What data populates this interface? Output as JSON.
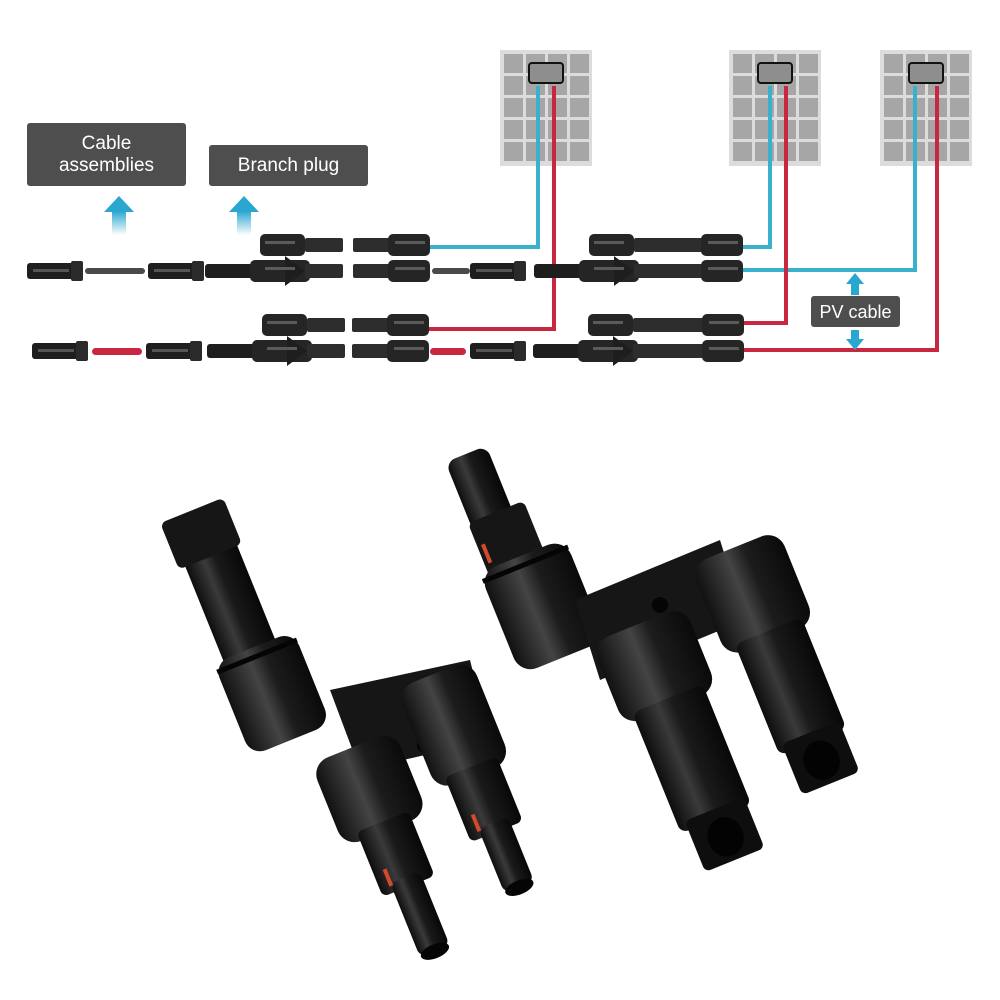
{
  "labels": {
    "cable_assemblies": "Cable\nassemblies",
    "cable_assemblies_line1": "Cable",
    "cable_assemblies_line2": "assemblies",
    "branch_plug": "Branch plug",
    "pv_cable": "PV cable"
  },
  "diagram": {
    "solar_panels": [
      {
        "id": "panel-1",
        "grid": "4x5"
      },
      {
        "id": "panel-2",
        "grid": "4x5"
      },
      {
        "id": "panel-3",
        "grid": "4x5"
      }
    ],
    "rows": [
      {
        "polarity": "negative",
        "cable_color": "#3ab0cc"
      },
      {
        "polarity": "positive",
        "cable_color": "#c8283f"
      }
    ]
  },
  "colors": {
    "label_bg": "#4e4e4e",
    "label_text": "#ffffff",
    "arrow_blue": "#2aa7d0",
    "cable_blue": "#3ab0cc",
    "cable_red": "#c8283f",
    "cable_grey": "#4a4a4a",
    "panel_bg": "#dcdcdc",
    "panel_cell": "#a6a6a6",
    "connector_black": "#1e1e1e"
  },
  "photo": {
    "description": "Two MC4 Y-branch connectors (one male, one female)"
  }
}
